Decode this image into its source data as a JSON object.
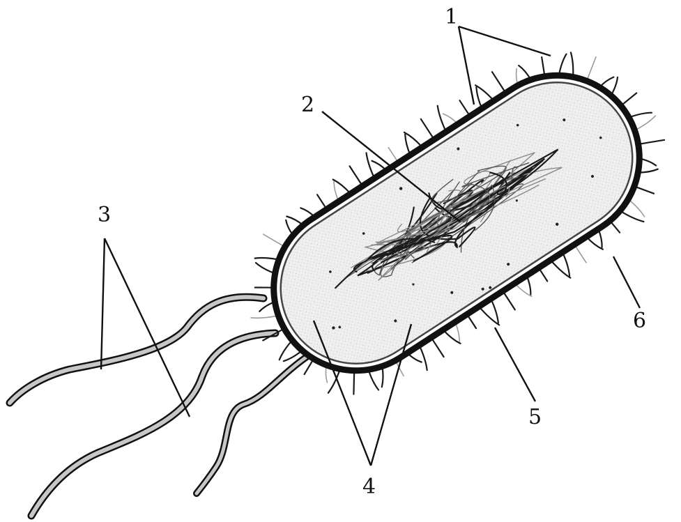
{
  "diagram": {
    "labels": {
      "pili": "1",
      "nucleoid": "2",
      "flagella": "3",
      "ribosomes": "4",
      "cell_wall": "5",
      "capsule": "6"
    }
  },
  "colors": {
    "ink": "#111111",
    "cytoplasm": "#ececec",
    "flagellum_fill": "#c7c7c7",
    "background": "#ffffff"
  }
}
